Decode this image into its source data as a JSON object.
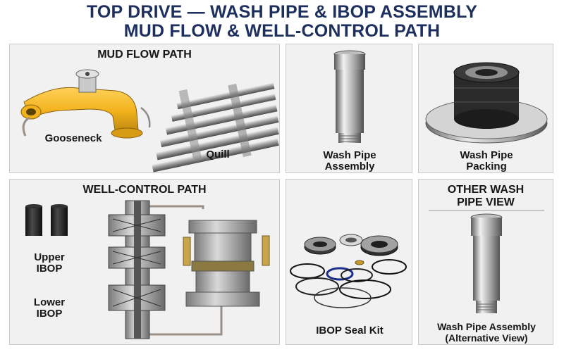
{
  "header": {
    "title_line1": "TOP DRIVE — WASH PIPE & IBOP ASSEMBLY",
    "title_line2": "MUD FLOW & WELL-CONTROL PATH"
  },
  "mud_flow": {
    "title": "MUD FLOW PATH",
    "gooseneck_label": "Gooseneck",
    "quill_label": "Quill"
  },
  "wash_pipe_assembly": {
    "label_line1": "Wash Pipe",
    "label_line2": "Assembly"
  },
  "wash_pipe_packing": {
    "label_line1": "Wash Pipe",
    "label_line2": "Packing"
  },
  "well_control": {
    "title": "WELL-CONTROL PATH",
    "upper_label_line1": "Upper",
    "upper_label_line2": "IBOP",
    "lower_label_line1": "Lower",
    "lower_label_line2": "IBOP"
  },
  "seal_kit": {
    "label": "IBOP Seal Kit"
  },
  "other_view": {
    "title_line1": "OTHER WASH",
    "title_line2": "PIPE VIEW",
    "label_line1": "Wash Pipe Assembly",
    "label_line2": "(Alternative View)"
  },
  "colors": {
    "title": "#1d2f5e",
    "panel_bg": "#f1f1f1",
    "gooseneck_yellow": "#f2b21c",
    "arrow_gray": "#9a8f86"
  }
}
